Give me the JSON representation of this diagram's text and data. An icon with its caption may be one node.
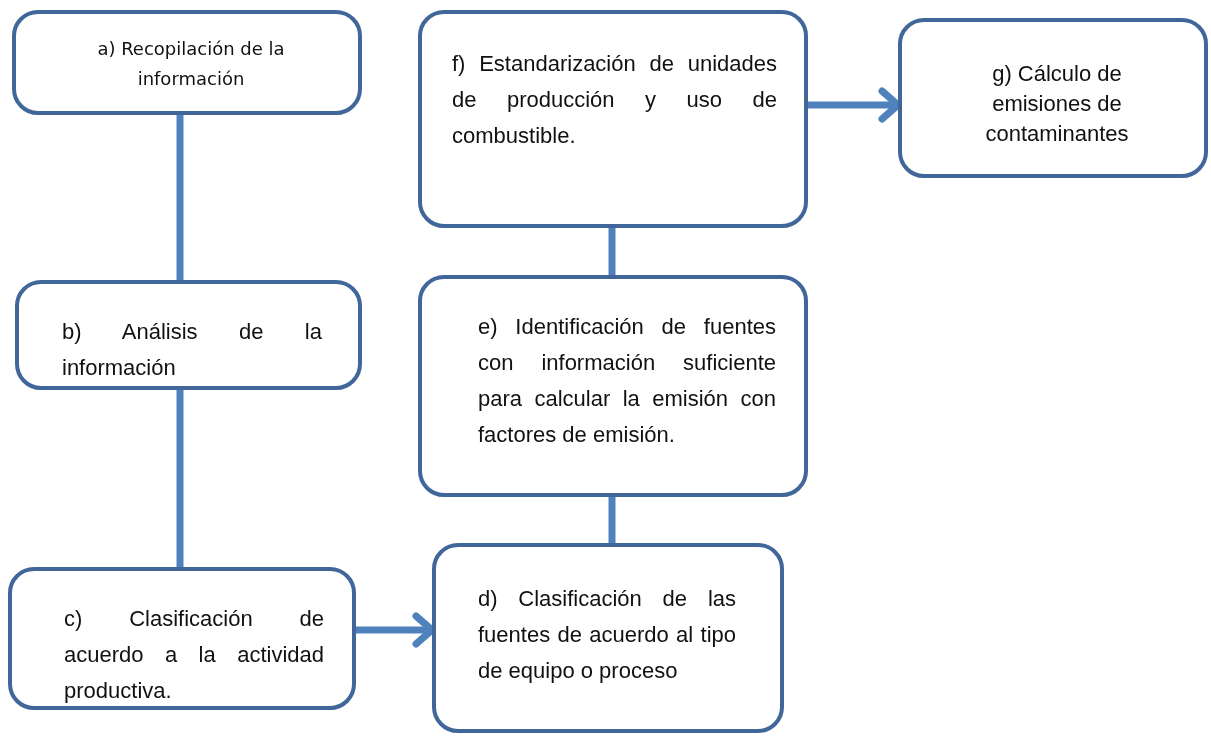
{
  "diagram": {
    "nodes": [
      {
        "text": [
          "a) Recopilación de la información"
        ]
      },
      {
        "text": [
          "b) Análisis de la información"
        ]
      },
      {
        "text": [
          "c) Clasificación de acuerdo a la actividad productiva."
        ]
      },
      {
        "text": [
          "d) Clasificación de las fuentes de acuerdo al tipo de equipo o proceso"
        ]
      },
      {
        "text": [
          "e) Identificación de fuentes con información suficiente para calcular la emisión con factores de emisión."
        ]
      },
      {
        "text": [
          "f) Estandarización de unidades de producción y uso de combustible."
        ]
      },
      {
        "text": [
          "g) Cálculo de emisiones de contaminantes"
        ]
      }
    ],
    "edges": [
      {
        "from": 0,
        "to": 1,
        "arrow": "none"
      },
      {
        "from": 1,
        "to": 2,
        "arrow": "none"
      },
      {
        "from": 2,
        "to": 3,
        "arrow": "to"
      },
      {
        "from": 3,
        "to": 4,
        "arrow": "none"
      },
      {
        "from": 4,
        "to": 5,
        "arrow": "none"
      },
      {
        "from": 5,
        "to": 6,
        "arrow": "to"
      }
    ]
  }
}
